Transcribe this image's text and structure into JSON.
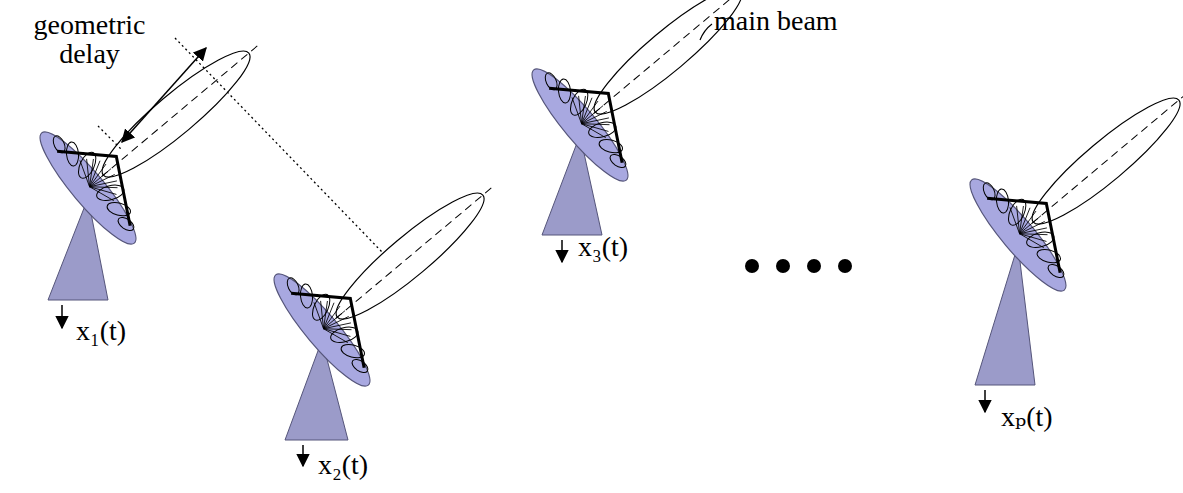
{
  "diagram": {
    "labels": [
      "geometric delay",
      "main beam",
      "x₁(t)",
      "x₂(t)",
      "x₃(t)",
      "xₚ(t)"
    ]
  }
}
